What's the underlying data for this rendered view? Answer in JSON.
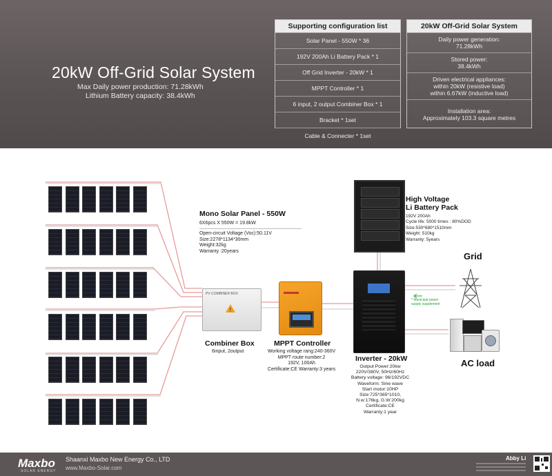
{
  "header": {
    "title": "20kW Off-Grid Solar System",
    "sub1": "Max Daily power production: 71.28kWh",
    "sub2": "Lithium  Battery  capacity: 38.4kWh"
  },
  "config_list": {
    "title": "Supporting configuration list",
    "items": [
      "Solar Panel - 550W * 36",
      "192V 200Ah Li Battery Pack * 1",
      "Off Grid Inverter - 20kW * 1",
      "MPPT Controller * 1",
      "6 input, 2 output Combiner Box * 1",
      "Bracket * 1set",
      "Cable & Connecter * 1set"
    ]
  },
  "system_spec": {
    "title": "20kW Off-Grid Solar System",
    "generation": "Daily power generation:\n71.28kWh",
    "stored": "Stored power:\n38.4kWh",
    "appliances_title": "Driven electrical appliances:",
    "appliances_1": "within 20kW (resistive load)",
    "appliances_2": "within 6.67kW (inductive load)",
    "area_title": "Installation area:",
    "area_value": "Approximately 103.3 square metres"
  },
  "solar_panel": {
    "title": "Mono Solar Panel - 550W",
    "config": "6X6pcs X 550W = 19.8kW",
    "specs": [
      "Open-circuit Voltage (Voc):50.11V",
      "Size:2278*1134*30mm",
      "Weight:32kg",
      "Warranty :20years"
    ]
  },
  "combiner_box": {
    "label_on_device": "PV COMBINER BOX",
    "title": "Combiner Box",
    "sub": "6input, 2output"
  },
  "mppt": {
    "title": "MPPT Controller",
    "specs": [
      "Working voltage rang:240-360V",
      "MPPT route number:2",
      "192V, 100Ah",
      "Certificate:CE Warranty:3 years"
    ]
  },
  "battery": {
    "title_1": "High Voltage",
    "title_2": "Li Battery Pack",
    "specs": [
      "192V 200Ah",
      "Cycle life: 5000 times : 80%DOD",
      "Size:530*680*1510mm",
      "Weight: 510kg",
      "Warranty: 5years"
    ]
  },
  "inverter": {
    "title": "Inverter - 20kW",
    "specs": [
      "Output Power:20kw",
      "220V/380V, 50Hz/60Hz",
      "Battery voltage: 96/192VDC",
      "Waveform: Sine wave",
      "Start motor:10HP",
      "Size:725*365*1010,",
      "N.w:176kg, G.W:200kg",
      "Certificate:CE",
      "Warranty:1 year"
    ]
  },
  "grid": {
    "title": "Grid",
    "note_1": "* Municipal power",
    "note_2": "supply supplement"
  },
  "ac_load": {
    "title": "AC load"
  },
  "footer": {
    "logo": "Maxbo",
    "logo_sub": "SOLAR ENERGY",
    "company": "Shaanxi Maxbo New Energy Co., LTD",
    "website": "www.Maxbo-Solar.com",
    "contact_name": "Abby Li"
  },
  "colors": {
    "cable_red": "#e69a9a",
    "cable_grey": "#cfcfcf",
    "mppt_orange": "#f39a1e",
    "header_bg": "#5f5858"
  }
}
